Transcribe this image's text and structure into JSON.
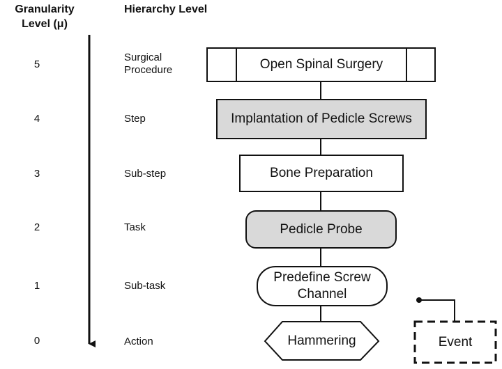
{
  "headers": {
    "granularity": "Granularity Level (μ)",
    "hierarchy": "Hierarchy Level"
  },
  "levels": [
    {
      "number": "5",
      "name": "Surgical Procedure"
    },
    {
      "number": "4",
      "name": "Step"
    },
    {
      "number": "3",
      "name": "Sub-step"
    },
    {
      "number": "2",
      "name": "Task"
    },
    {
      "number": "1",
      "name": "Sub-task"
    },
    {
      "number": "0",
      "name": "Action"
    }
  ],
  "nodes": {
    "procedure": "Open Spinal Surgery",
    "step": "Implantation of Pedicle Screws",
    "substep": "Bone Preparation",
    "task": "Pedicle Probe",
    "subtask": "Predefine Screw Channel",
    "action": "Hammering"
  },
  "legend": {
    "event": "Event"
  },
  "colors": {
    "shaded_fill": "#d9d9d9",
    "stroke": "#111111"
  }
}
